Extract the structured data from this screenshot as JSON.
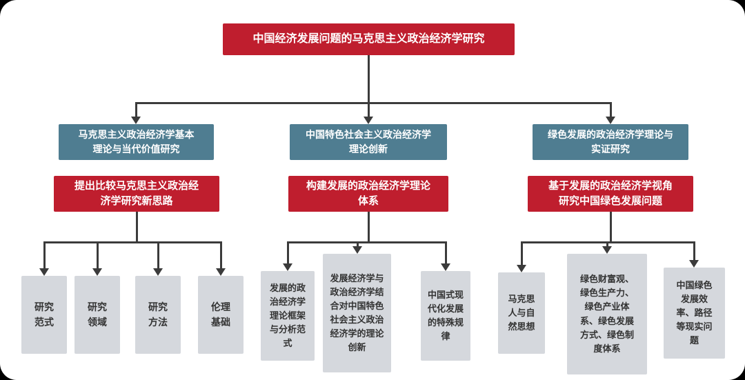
{
  "diagram": {
    "root": "中国经济发展问题的马克思主义政治经济学研究",
    "branches": [
      {
        "theme": "马克思主义政治经济学基本理论与当代价值研究",
        "strategy": "提出比较马克思主义政治经济学研究新思路",
        "leaves": [
          "研究范式",
          "研究领域",
          "研究方法",
          "伦理基础"
        ]
      },
      {
        "theme": "中国特色社会主义政治经济学理论创新",
        "strategy": "构建发展的政治经济学理论体系",
        "leaves": [
          "发展的政治经济学理论框架与分析范式",
          "发展经济学与政治经济学结合对中国特色社会主义政治经济学的理论创新",
          "中国式现代化发展的特殊规律"
        ]
      },
      {
        "theme": "绿色发展的政治经济学理论与实证研究",
        "strategy": "基于发展的政治经济学视角研究中国绿色发展问题",
        "leaves": [
          "马克思人与自然思想",
          "绿色财富观、绿色生产力、绿色产业体系、绿色发展方式、绿色制度体系",
          "中国绿色发展效率、路径等现实问题"
        ]
      }
    ],
    "colors": {
      "red": "#bf1e2e",
      "teal": "#4f7d91",
      "leaf_bg": "#d5d8dd",
      "line": "#3b3b3b"
    }
  }
}
